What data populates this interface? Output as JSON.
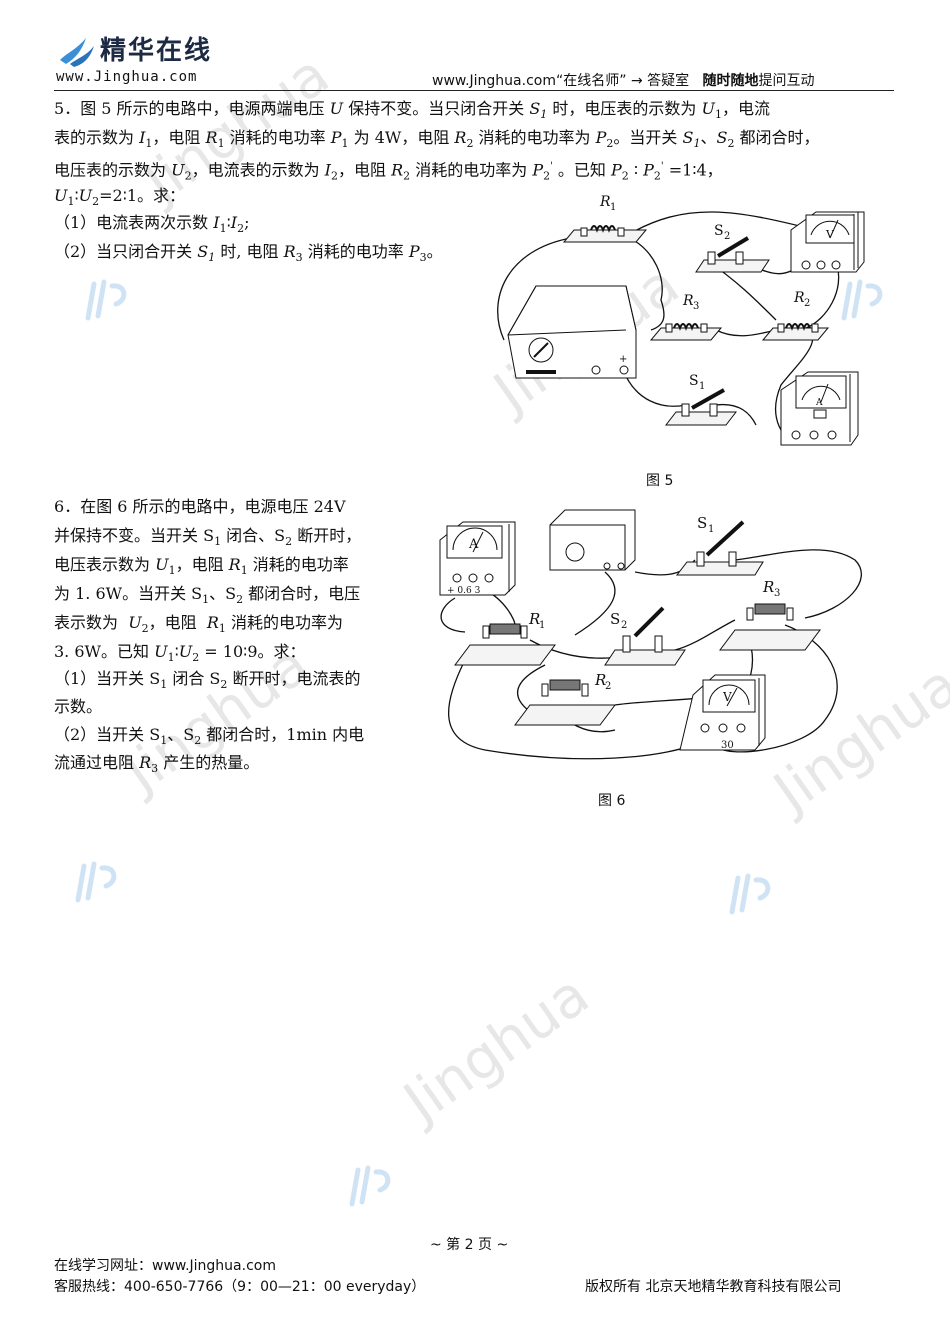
{
  "header": {
    "brand_name": "精华在线",
    "brand_url": "www.Jinghua.com",
    "right_site": "www.Jinghua.com",
    "right_quote": "“在线名师”",
    "right_arrow": "→",
    "right_section": "答疑室",
    "right_slogan_bold": "随时随地",
    "right_slogan": "提问互动"
  },
  "watermark": {
    "text": "Jinghua"
  },
  "q5": {
    "num": "5",
    "figure_caption": "图 5",
    "labels": {
      "R1": "R",
      "R1s": "1",
      "S2": "S",
      "S2s": "2",
      "R3": "R",
      "R3s": "3",
      "R2": "R",
      "R2s": "2",
      "S1": "S",
      "S1s": "1",
      "V": "V",
      "A": "A"
    }
  },
  "q6": {
    "num": "6",
    "figure_caption": "图 6",
    "labels": {
      "S1": "S",
      "S1s": "1",
      "R1": "R",
      "R1s": "1",
      "S2": "S",
      "S2s": "2",
      "R3": "R",
      "R3s": "3",
      "R2": "R",
      "R2s": "2",
      "A": "A",
      "V": "V",
      "amm_scale": "+  0.6  3",
      "volt_scale": "30"
    }
  },
  "footer": {
    "page": "~ 第 2 页 ~",
    "site_label": "在线学习网址：",
    "site": "www.Jinghua.com",
    "hotline": "客服热线：400-650-7766（9：00—21：00 everyday）",
    "copyright": "版权所有  北京天地精华教育科技有限公司"
  },
  "colors": {
    "watermark": "#e7e7e7",
    "logo_blue": "#3a8fd6",
    "text": "#111111"
  }
}
